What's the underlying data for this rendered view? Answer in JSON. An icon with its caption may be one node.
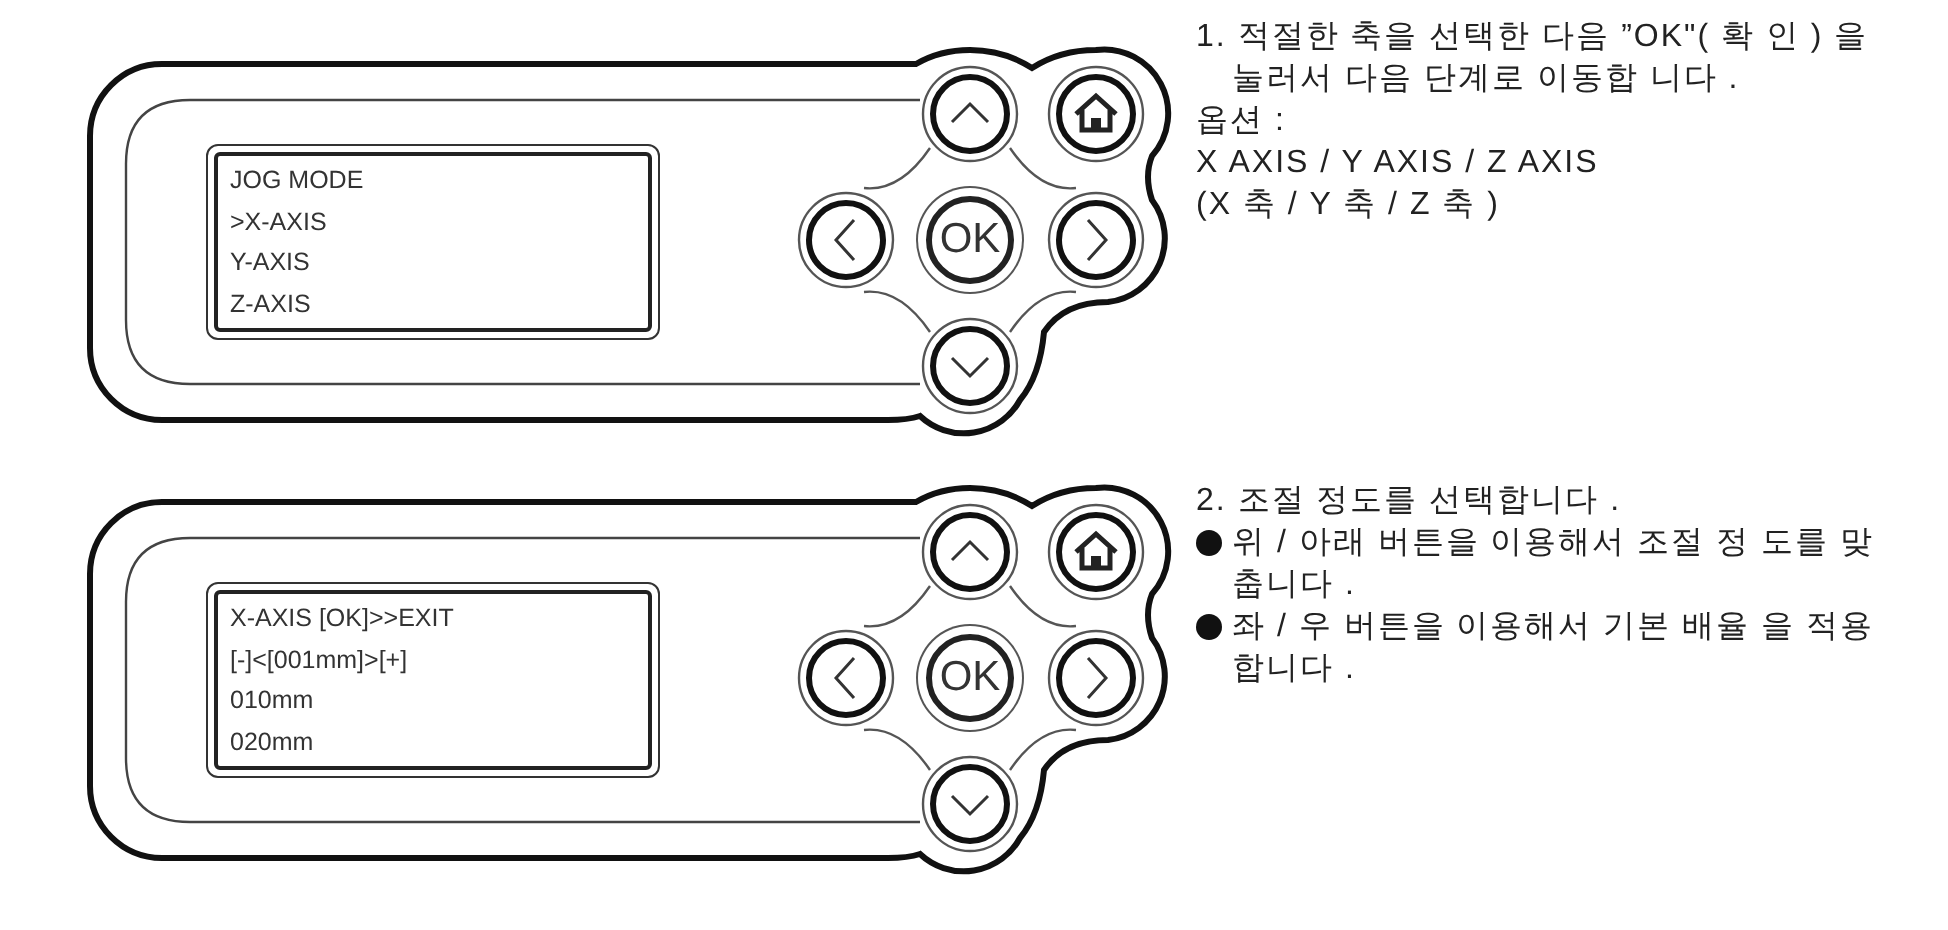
{
  "diagram": {
    "nodes": [
      {
        "text": [],
        "shape": "box"
      },
      {
        "text": [
          "JOG MODE",
          ">X-AXIS",
          "Y-AXIS",
          "Z-AXIS"
        ],
        "in": 0
      },
      {
        "text": [
          "OK"
        ],
        "in": 0
      },
      {
        "text": [],
        "shape": "box"
      },
      {
        "text": [
          "X-AXIS [OK]>>EXIT",
          "[-]<[001mm]>[+]",
          "010mm",
          "020mm"
        ],
        "in": 3
      },
      {
        "text": [
          "OK"
        ],
        "in": 3
      }
    ],
    "edges": [],
    "labels": [
      "1. 적절한 축을 선택한 다음 ”OK\"( 확 인 ) 을 눌러서 다음 단계로 이동합 니다 .",
      "옵션 :",
      "X AXIS / Y AXIS / Z AXIS",
      "(X 축 / Y 축 / Z 축 )",
      "2. 조절 정도를 선택합니다 .",
      "위 / 아래 버튼을 이용해서 조절 정 도를 맞춥니다 .",
      "좌 / 우 버튼을 이용해서 기본 배율 을 적용합니다 ."
    ]
  }
}
